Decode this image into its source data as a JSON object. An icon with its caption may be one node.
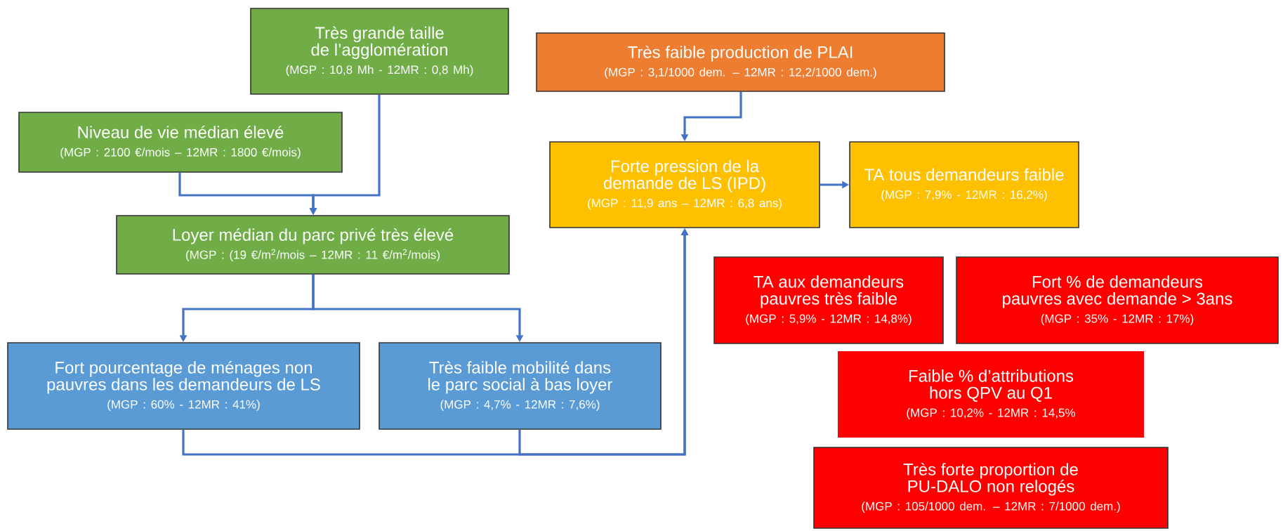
{
  "diagram": {
    "nodes": [
      {
        "text": [
          "Très grande taille de l’agglomération",
          "(MGP : 10,8 Mh - 12MR : 0,8 Mh)"
        ]
      },
      {
        "text": [
          "Très faible production de PLAI",
          "(MGP : 3,1/1000 dem. – 12MR : 12,2/1000 dem.)"
        ]
      },
      {
        "text": [
          "Niveau de vie médian élevé",
          "(MGP : 2100 €/mois – 12MR : 1800 €/mois)"
        ]
      },
      {
        "text": [
          "Forte pression de la demande de LS (IPD)",
          "(MGP : 11,9 ans – 12MR : 6,8 ans)"
        ]
      },
      {
        "text": [
          "TA tous demandeurs faible",
          "(MGP : 7,9% - 12MR : 16,2%)"
        ]
      },
      {
        "text": [
          "Loyer médian du parc privé très élevé",
          "(MGP : (19 €/m$^{2}$/mois – 12MR : 11 €/m$^{2}$/mois)"
        ]
      },
      {
        "text": [
          "TA aux demandeurs pauvres très faible",
          "(MGP : 5,9% - 12MR : 14,8%)"
        ]
      },
      {
        "text": [
          "Fort % de demandeurs pauvres avec demande > 3ans",
          "(MGP : 35% - 12MR : 17%)"
        ]
      },
      {
        "text": [
          "Fort pourcentage de ménages non pauvres dans les demandeurs de LS",
          "(MGP : 60% - 12MR : 41%)"
        ]
      },
      {
        "text": [
          "Très faible mobilité dans le parc social à bas loyer",
          "(MGP : 4,7% - 12MR : 7,6%)"
        ]
      },
      {
        "text": [
          "Faible % d’attributions hors QPV au Q1",
          "(MGP : 10,2% - 12MR : 14,5%"
        ]
      },
      {
        "text": [
          "Très forte proportion de PU-DALO non relogés",
          "(MGP : 105/1000 dem. – 12MR : 7/1000 dem.)"
        ]
      }
    ],
    "edges": [
      {
        "from": 0,
        "to": 5,
        "arrow": "to"
      },
      {
        "from": 2,
        "to": 5,
        "arrow": "to"
      },
      {
        "from": 5,
        "to": 8,
        "arrow": "to"
      },
      {
        "from": 5,
        "to": 9,
        "arrow": "to"
      },
      {
        "from": 8,
        "to": 3,
        "arrow": "to"
      },
      {
        "from": 9,
        "to": 3,
        "arrow": "to"
      },
      {
        "from": 1,
        "to": 3,
        "arrow": "to"
      },
      {
        "from": 3,
        "to": 4,
        "arrow": "to"
      }
    ]
  }
}
